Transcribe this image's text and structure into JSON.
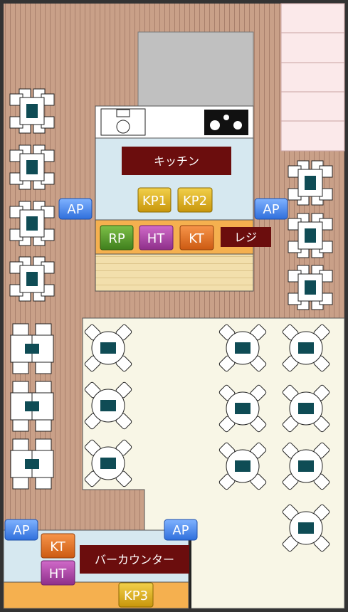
{
  "floorplan": {
    "kitchen_label": "キッチン",
    "register_label": "レジ",
    "bar_counter_label": "バーカウンター"
  },
  "badges": {
    "kp1": "KP1",
    "kp2": "KP2",
    "kp3": "KP3",
    "rp": "RP",
    "ht_kitchen": "HT",
    "kt_kitchen": "KT",
    "ht_bar": "HT",
    "kt_bar": "KT",
    "ap_left": "AP",
    "ap_right": "AP",
    "ap_bar_left": "AP",
    "ap_bar_right": "AP"
  },
  "colors": {
    "wood": "#c9a088",
    "kitchen_bg": "#d6e8f0",
    "kitchen_sign": "#6b0d0d",
    "counter_orange": "#f5b04f",
    "carpet": "#f8f6e6",
    "pink_area": "#fbe9ea",
    "grey_area": "#c0c0c0",
    "table_top": "#0f4c55",
    "ap_blue": "#3d7be6",
    "kp_gold": "#d9a80f",
    "rp_green": "#4f8f26",
    "ht_purple": "#a03f9b",
    "kt_orange": "#dd6a1c"
  }
}
